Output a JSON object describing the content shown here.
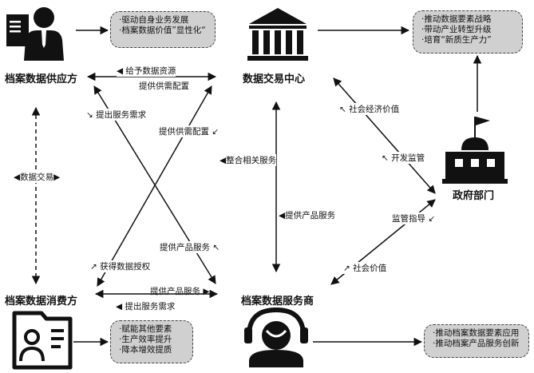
{
  "nodes": {
    "supplier": "档案数据供应方",
    "exchange": "数据交易中心",
    "government": "政府部门",
    "consumer": "档案数据消费方",
    "provider": "档案数据服务商"
  },
  "notes": {
    "supplier": [
      "·驱动自身业务发展",
      "·档案数据价值”显性化“"
    ],
    "exchange": [
      "·推动数据要素战略",
      "·带动产业转型升级",
      "·培育“新质生产力”"
    ],
    "consumer": [
      "·赋能其他要素",
      "·生产效率提升",
      "·降本增效提质"
    ],
    "provider": [
      "·推动档案数据要素应用",
      "·推动档案产品服务创新"
    ]
  },
  "edges": {
    "give_resources": "给予数据资源",
    "supply_demand_config_top": "提供供需配置",
    "service_demand_top": "提出服务需求",
    "supply_demand_config_mid": "提供供需配置",
    "data_trade": "数据交易",
    "integrate_services": "整合相关服务",
    "product_services_mid": "提供产品服务",
    "product_services_cross": "提供产品服务",
    "data_authorization": "获得数据授权",
    "product_services_bottom": "提供产品服务",
    "service_demand_bottom": "提出服务需求",
    "socioeconomic_value": "社会经济价值",
    "develop_supervise": "开发监管",
    "supervise_guide": "监管指导",
    "social_value": "社会价值"
  }
}
